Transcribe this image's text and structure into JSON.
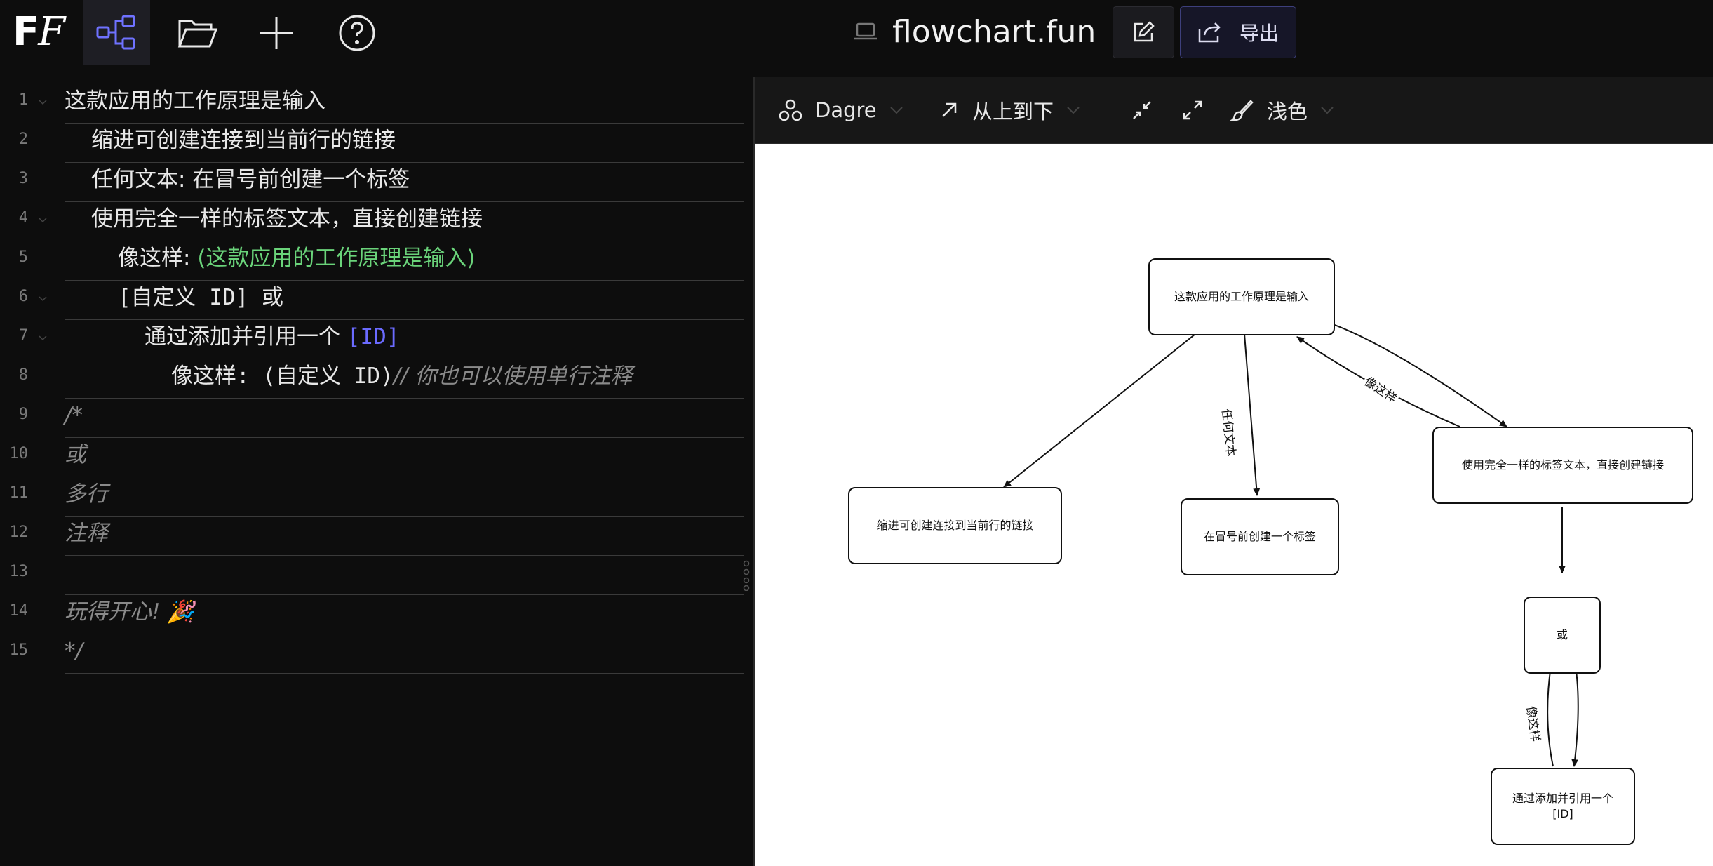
{
  "app": {
    "doc_name": "flowchart.fun",
    "export_label": "导出"
  },
  "editor": {
    "lines": [
      {
        "n": "1",
        "text": "这款应用的工作原理是输入"
      },
      {
        "n": "2",
        "text": "缩进可创建连接到当前行的链接"
      },
      {
        "n": "3",
        "text": "任何文本: 在冒号前创建一个标签"
      },
      {
        "n": "4",
        "text": "使用完全一样的标签文本，直接创建链接"
      },
      {
        "n": "5",
        "text": "像这样: ",
        "ref": "(这款应用的工作原理是输入)"
      },
      {
        "n": "6",
        "text": "[自定义 ID] 或"
      },
      {
        "n": "7",
        "text": "通过添加并引用一个 ",
        "ref": "[ID]"
      },
      {
        "n": "8",
        "text": "像这样: (自定义 ID)",
        "comment": "// 你也可以使用单行注释"
      },
      {
        "n": "9",
        "text": "/*"
      },
      {
        "n": "10",
        "text": "或"
      },
      {
        "n": "11",
        "text": "多行"
      },
      {
        "n": "12",
        "text": "注释"
      },
      {
        "n": "13",
        "text": ""
      },
      {
        "n": "14",
        "text": "玩得开心! 🎉"
      },
      {
        "n": "15",
        "text": "*/"
      }
    ]
  },
  "graph_toolbar": {
    "layout": "Dagre",
    "direction": "从上到下",
    "theme": "浅色"
  },
  "graph": {
    "nodes": {
      "root": "这款应用的工作原理是输入",
      "n1": "缩进可创建连接到当前行的链接",
      "n2": "在冒号前创建一个标签",
      "n3": "使用完全一样的标签文本，直接创建链接",
      "n4": "或",
      "n5a": "通过添加并引用一个",
      "n5b": "[ID]"
    },
    "edge_labels": {
      "any_text": "任何文本",
      "like_this_1": "像这样",
      "like_this_2": "像这样"
    }
  },
  "icons": {
    "logo": "flowchart-fun-logo",
    "nav": [
      "graph-icon",
      "folder-icon",
      "plus-icon",
      "help-icon"
    ],
    "doc": "laptop-icon",
    "edit": "edit-icon",
    "export": "share-icon",
    "layout": "layout-icon",
    "direction": "arrow-up-right-icon",
    "theme": "brush-icon"
  }
}
